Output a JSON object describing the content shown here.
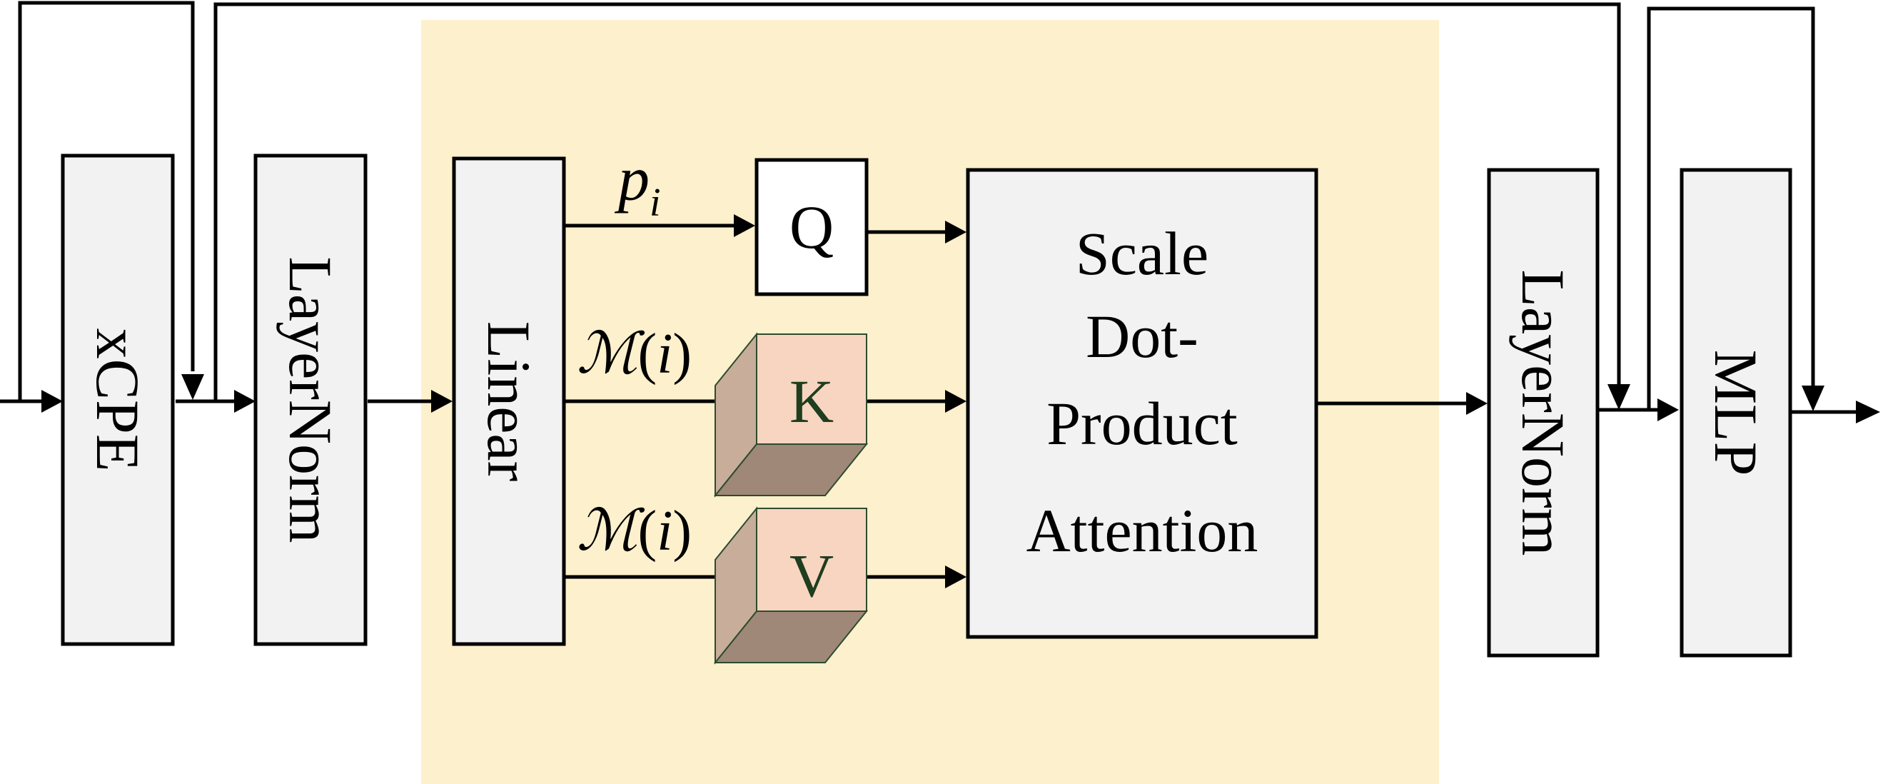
{
  "blocks": {
    "xcpe": "xCPE",
    "layernorm_1": "LayerNorm",
    "linear": "Linear",
    "q": "Q",
    "k": "K",
    "v": "V",
    "attention_line1": "Scale",
    "attention_line2": "Dot-",
    "attention_line3": "Product",
    "attention_line4": "Attention",
    "layernorm_2": "LayerNorm",
    "mlp": "MLP"
  },
  "edge_labels": {
    "q_var": "p",
    "q_sub": "i",
    "k_func": "ℳ",
    "k_open": "(",
    "k_var": "i",
    "k_close": ")",
    "v_func": "ℳ",
    "v_open": "(",
    "v_var": "i",
    "v_close": ")"
  },
  "colors": {
    "attention_region": "#fdf0cc",
    "block_fill": "#f2f2f2",
    "cube_front": "#f8d5c0",
    "cube_side": "#c8ad9a",
    "cube_bottom": "#9f8878",
    "cube_text": "#1f3d1f"
  }
}
